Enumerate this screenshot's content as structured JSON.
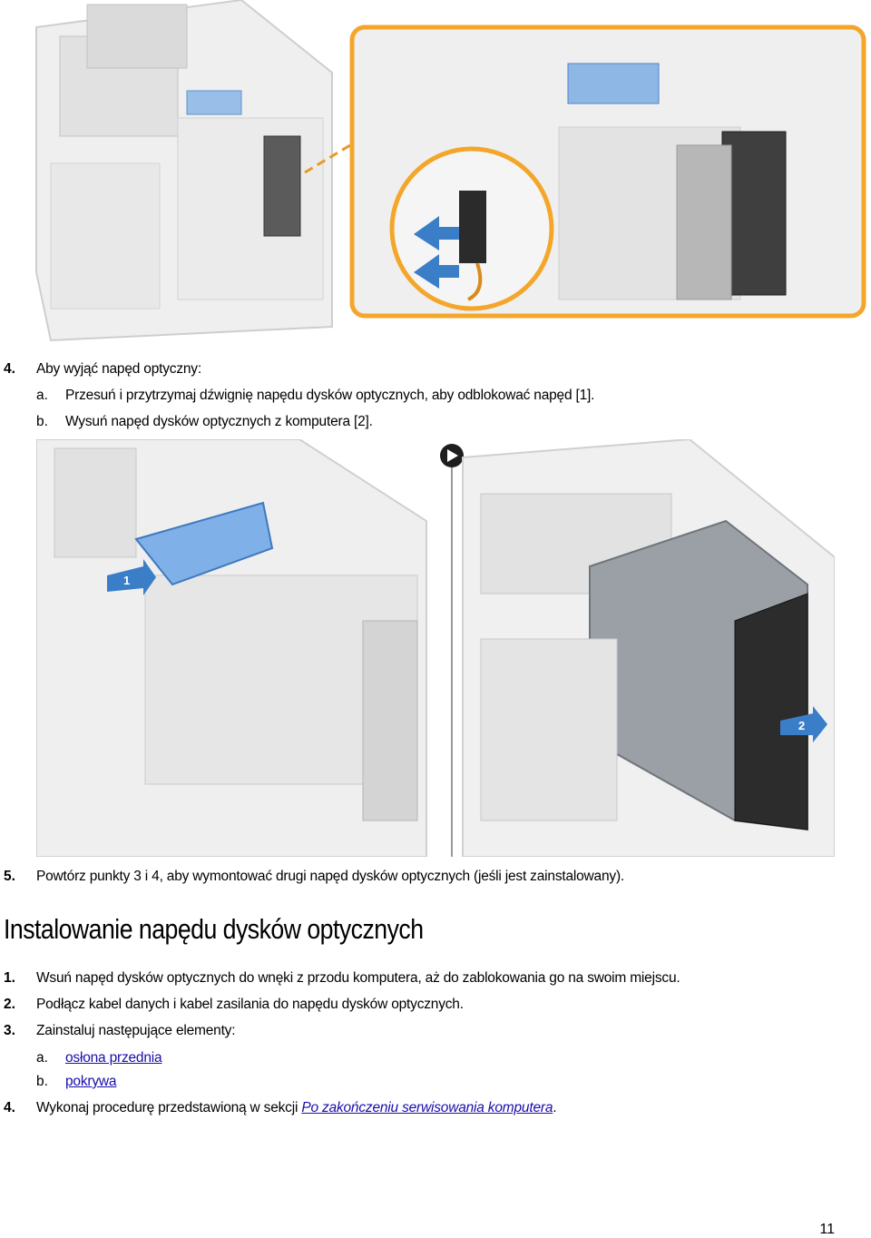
{
  "step4": {
    "number": "4.",
    "text": "Aby wyjąć napęd optyczny:",
    "a_letter": "a.",
    "a_text": "Przesuń i przytrzymaj dźwignię napędu dysków optycznych, aby odblokować napęd [1].",
    "b_letter": "b.",
    "b_text": "Wysuń napęd dysków optycznych z komputera [2]."
  },
  "step5": {
    "number": "5.",
    "text": "Powtórz punkty 3 i 4, aby wymontować drugi napęd dysków optycznych (jeśli jest zainstalowany)."
  },
  "section": {
    "title": "Instalowanie napędu dysków optycznych",
    "steps": [
      {
        "number": "1.",
        "text": "Wsuń napęd dysków optycznych do wnęki z przodu komputera, aż do zablokowania go na swoim miejscu."
      },
      {
        "number": "2.",
        "text": "Podłącz kabel danych i kabel zasilania do napędu dysków optycznych."
      },
      {
        "number": "3.",
        "text": "Zainstaluj następujące elementy:"
      },
      {
        "number": "4.",
        "text_before": "Wykonaj procedurę przedstawioną w sekcji ",
        "link": "Po zakończeniu serwisowania komputera",
        "text_after": "."
      }
    ],
    "sub_items": [
      {
        "letter": "a.",
        "link": "osłona przednia"
      },
      {
        "letter": "b.",
        "link": "pokrywa"
      }
    ]
  },
  "figures": {
    "callout_1": "1",
    "callout_2": "2",
    "accent_color": "#f4a62a",
    "arrow_color": "#2f6fbf"
  },
  "page_number": "11"
}
